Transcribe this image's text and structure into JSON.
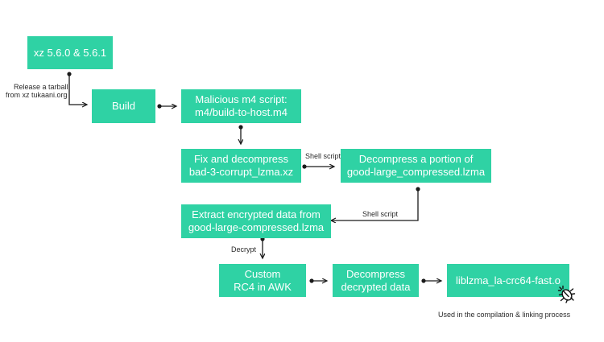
{
  "nodes": {
    "xz_versions": {
      "line1": "xz 5.6.0 & 5.6.1"
    },
    "build": {
      "line1": "Build"
    },
    "malicious_m4": {
      "line1": "Malicious m4 script:",
      "line2": "m4/build-to-host.m4"
    },
    "fix_decompress": {
      "line1": "Fix and decompress",
      "line2": "bad-3-corrupt_lzma.xz"
    },
    "decompress_portion": {
      "line1": "Decompress a portion of",
      "line2": "good-large_compressed.lzma"
    },
    "extract_encrypted": {
      "line1": "Extract encrypted data from",
      "line2": "good-large-compressed.lzma"
    },
    "custom_rc4": {
      "line1": "Custom",
      "line2": "RC4 in AWK"
    },
    "decompress_decrypted": {
      "line1": "Decompress",
      "line2": "decrypted data"
    },
    "liblzma": {
      "line1": "liblzma_la-crc64-fast.o"
    }
  },
  "labels": {
    "release_line1": "Release a tarball",
    "release_line2": "from xz tukaani.org",
    "shell_script_1": "Shell script",
    "shell_script_2": "Shell script",
    "decrypt": "Decrypt",
    "used_in": "Used in the compilation & linking process"
  },
  "icons": {
    "bug": "bug-icon"
  },
  "colors": {
    "node_fill": "#2fd2a4",
    "node_text": "#ffffff",
    "arrow": "#1a1a1a",
    "label_text": "#2b2b2b"
  }
}
